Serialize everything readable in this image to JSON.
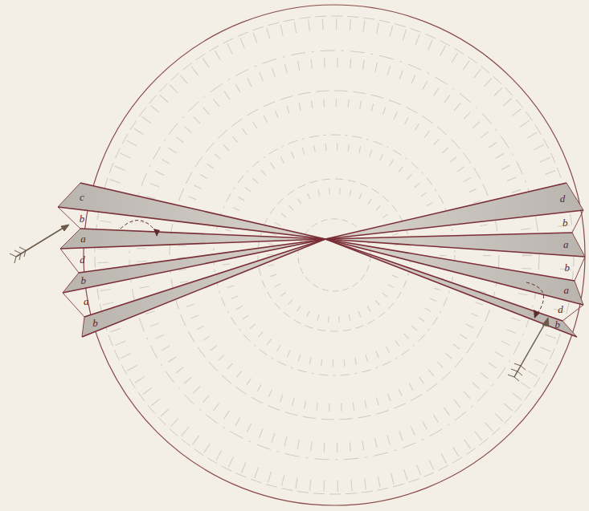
{
  "diagram": {
    "labels": [
      "c",
      "b",
      "a",
      "d",
      "b",
      "a",
      "b",
      "d",
      "b",
      "a",
      "b",
      "a",
      "d",
      "b"
    ]
  }
}
